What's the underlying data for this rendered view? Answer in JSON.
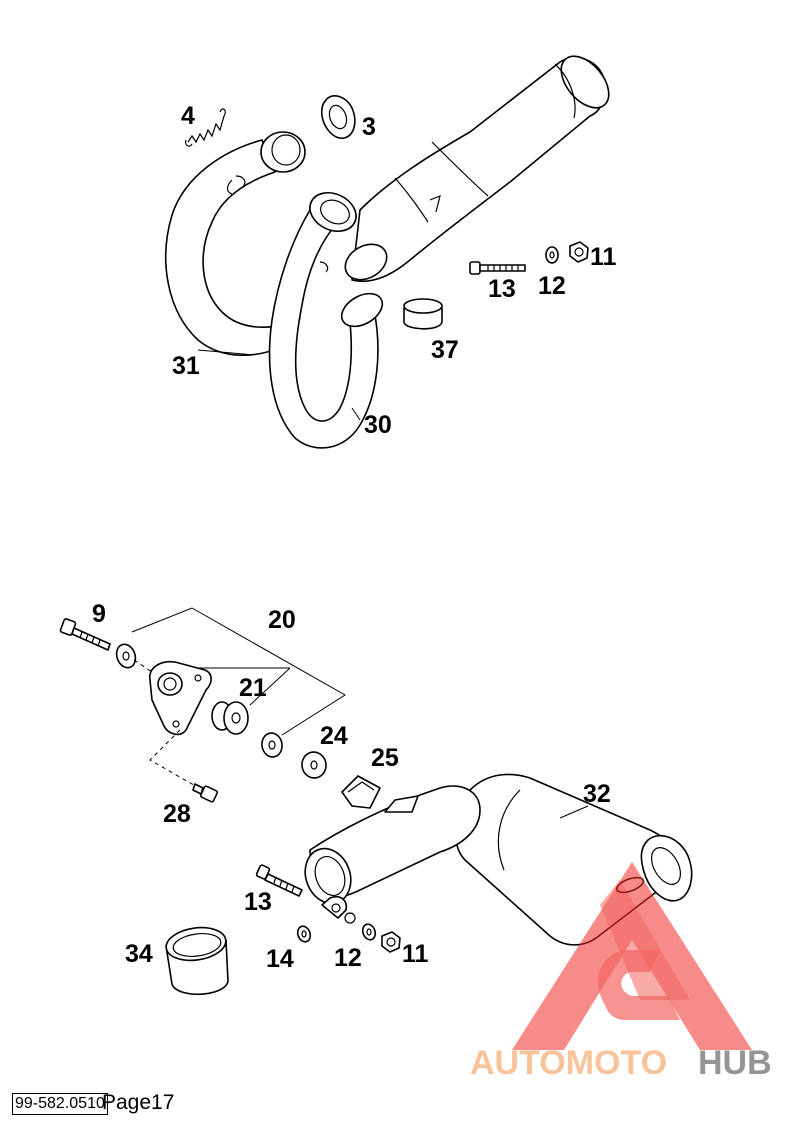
{
  "callouts": {
    "c3": "3",
    "c4": "4",
    "c11a": "11",
    "c12a": "12",
    "c13a": "13",
    "c30": "30",
    "c31": "31",
    "c37": "37",
    "c9": "9",
    "c20": "20",
    "c21": "21",
    "c24": "24",
    "c25": "25",
    "c28": "28",
    "c32": "32",
    "c13b": "13",
    "c14": "14",
    "c12b": "12",
    "c11b": "11",
    "c34": "34"
  },
  "footer": {
    "doc_number": "99-582.0510",
    "page_label": "Page17"
  },
  "watermark": {
    "text_light": "AUTOMOTO",
    "text_dark": "HUB",
    "color_light": "#f7b98a",
    "color_dark": "#8a8a8a",
    "logo_color": "#ee2a24"
  }
}
